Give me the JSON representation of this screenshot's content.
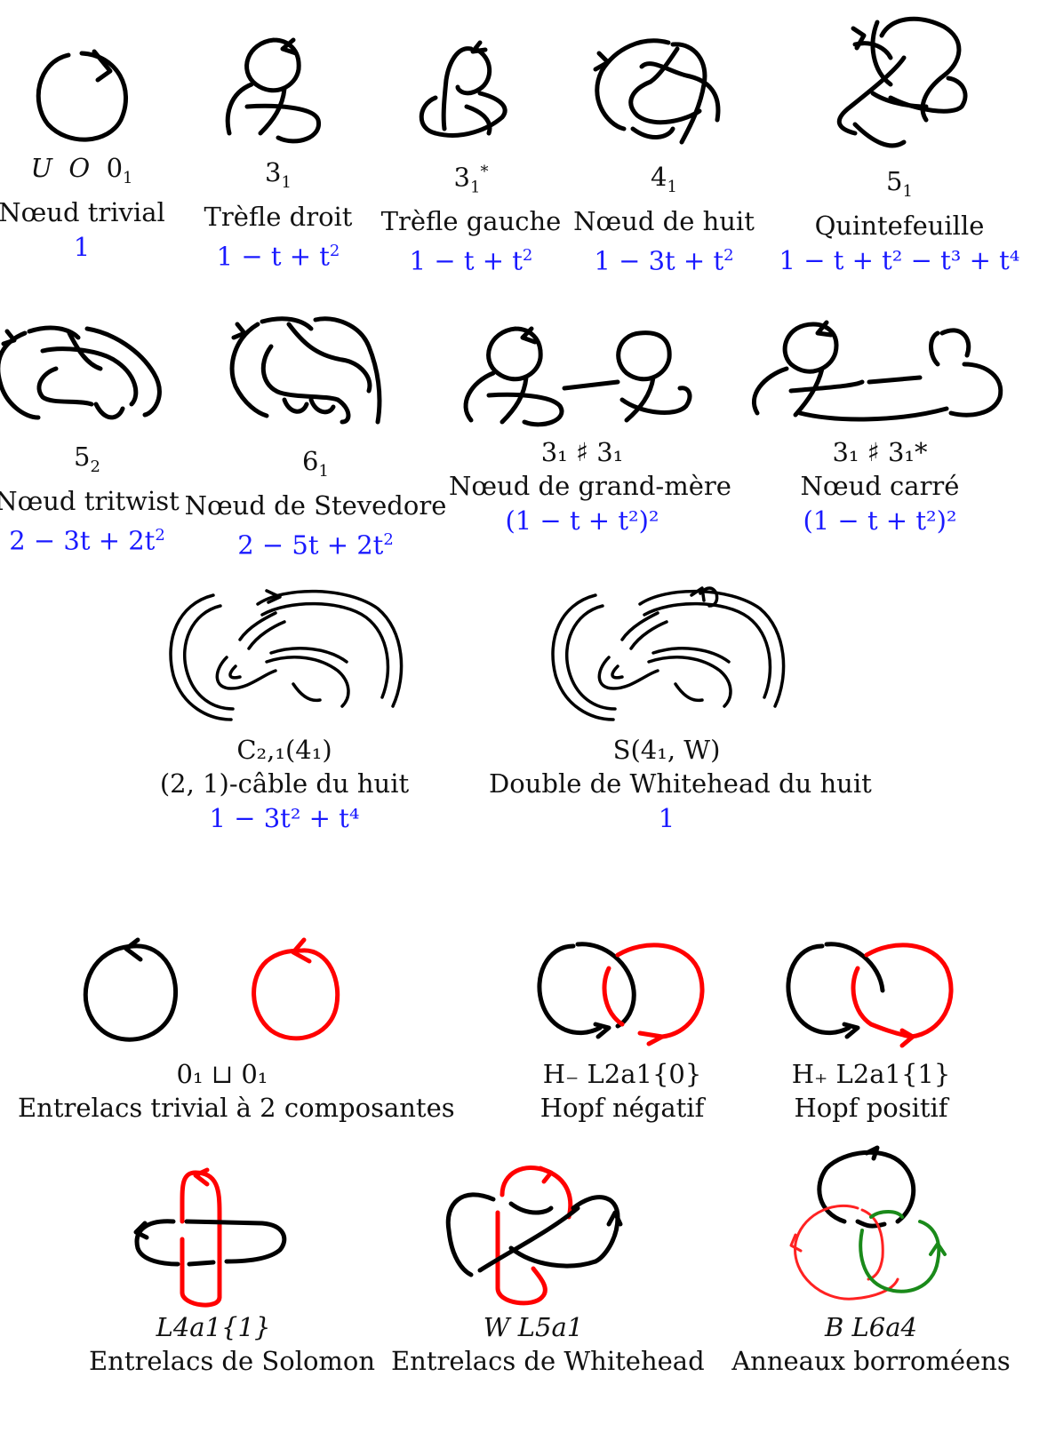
{
  "knots": [
    {
      "symbol_parts": [
        "U",
        "O",
        "0",
        "1"
      ],
      "name": "Nœud trivial",
      "poly": "1"
    },
    {
      "symbol": "3",
      "sub": "1",
      "name": "Trèfle droit",
      "poly": "1 − t + t",
      "poly_sup": "2"
    },
    {
      "symbol": "3",
      "sub": "1",
      "sup": "*",
      "name": "Trèfle gauche",
      "poly": "1 − t + t",
      "poly_sup": "2"
    },
    {
      "symbol": "4",
      "sub": "1",
      "name": "Nœud de huit",
      "poly": "1 − 3t + t",
      "poly_sup": "2"
    },
    {
      "symbol": "5",
      "sub": "1",
      "name": "Quintefeuille",
      "poly": "1 − t + t² − t³ + t⁴"
    },
    {
      "symbol": "5",
      "sub": "2",
      "name": "Nœud tritwist",
      "poly": "2 − 3t + 2t",
      "poly_sup": "2"
    },
    {
      "symbol": "6",
      "sub": "1",
      "name": "Nœud de Stevedore",
      "poly": "2 − 5t + 2t",
      "poly_sup": "2"
    },
    {
      "symbol": "3₁ ♯ 3₁",
      "name": "Nœud de grand-mère",
      "poly": "(1 − t + t²)²"
    },
    {
      "symbol": "3₁ ♯ 3₁*",
      "name": "Nœud carré",
      "poly": "(1 − t + t²)²"
    },
    {
      "symbol": "C₂,₁(4₁)",
      "name": "(2, 1)-câble du huit",
      "poly": "1 − 3t² + t⁴"
    },
    {
      "symbol": "S(4₁, W)",
      "name": "Double de Whitehead du huit",
      "poly": "1"
    }
  ],
  "links": [
    {
      "symbol": "0₁ ⊔ 0₁",
      "name": "Entrelacs trivial à 2 composantes"
    },
    {
      "symbol": "H₋   L2a1{0}",
      "name": "Hopf négatif"
    },
    {
      "symbol": "H₊   L2a1{1}",
      "name": "Hopf positif"
    },
    {
      "symbol": "L4a1{1}",
      "name": "Entrelacs de Solomon"
    },
    {
      "symbol": "W   L5a1",
      "name": "Entrelacs de Whitehead"
    },
    {
      "symbol": "B   L6a4",
      "name": "Anneaux borroméens"
    }
  ],
  "colors": {
    "ink": "#000000",
    "polynomial": "#1a1aff",
    "component_red": "#ff0000",
    "component_green": "#1a8a1a"
  }
}
